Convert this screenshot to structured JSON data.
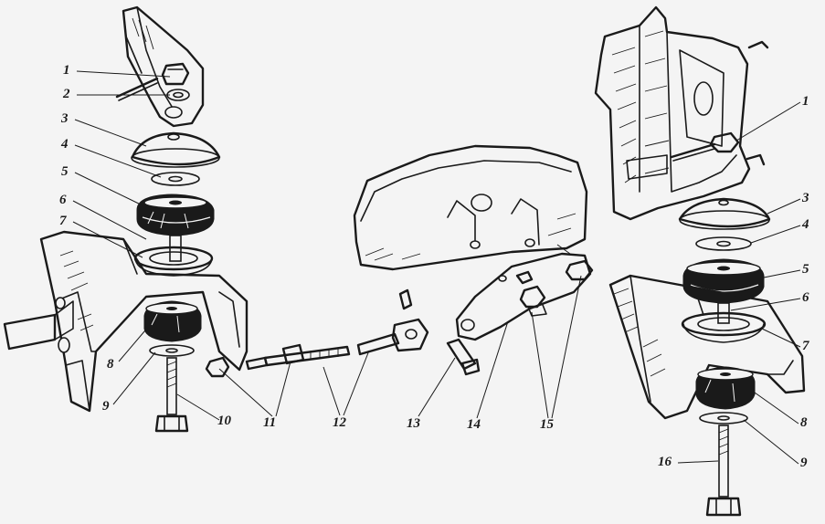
{
  "callouts": {
    "left": [
      "1",
      "2",
      "3",
      "4",
      "5",
      "6",
      "7",
      "8",
      "9",
      "10"
    ],
    "center": [
      "11",
      "12",
      "13",
      "14",
      "15"
    ],
    "right": [
      "1",
      "3",
      "4",
      "5",
      "6",
      "7",
      "8",
      "9",
      "16"
    ]
  }
}
